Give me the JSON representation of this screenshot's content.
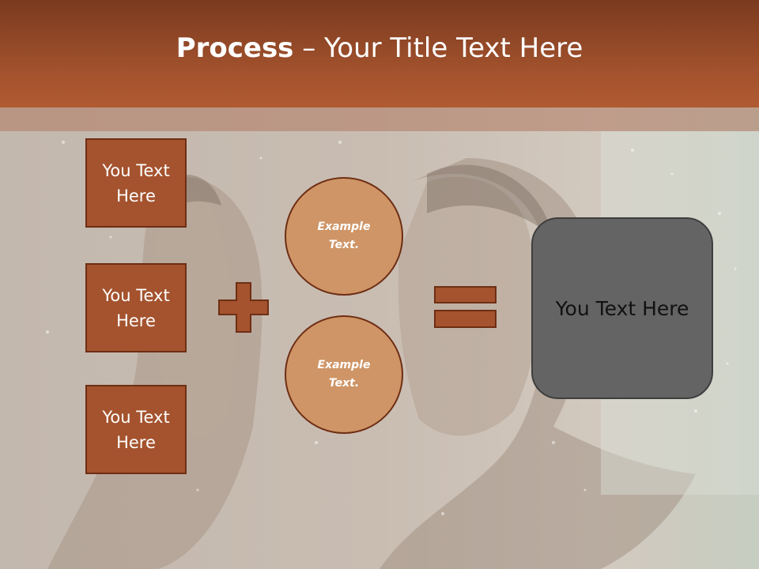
{
  "colors": {
    "header": "#a4532e",
    "box_fill": "#a4532e",
    "box_border": "#6e2e14",
    "circle_fill": "#cf9566",
    "result_fill": "#646464"
  },
  "background_image": "couple-in-rain-photo",
  "title": {
    "bold": "Process",
    "rest": " – Your Title Text Here"
  },
  "boxes": [
    {
      "label": "You Text Here"
    },
    {
      "label": "You Text Here"
    },
    {
      "label": "You Text Here"
    }
  ],
  "circles": [
    {
      "label": "Example Text."
    },
    {
      "label": "Example Text."
    }
  ],
  "operators": {
    "plus_icon": "plus-sign",
    "equals_icon": "equals-sign"
  },
  "result": {
    "label": "You Text Here"
  }
}
